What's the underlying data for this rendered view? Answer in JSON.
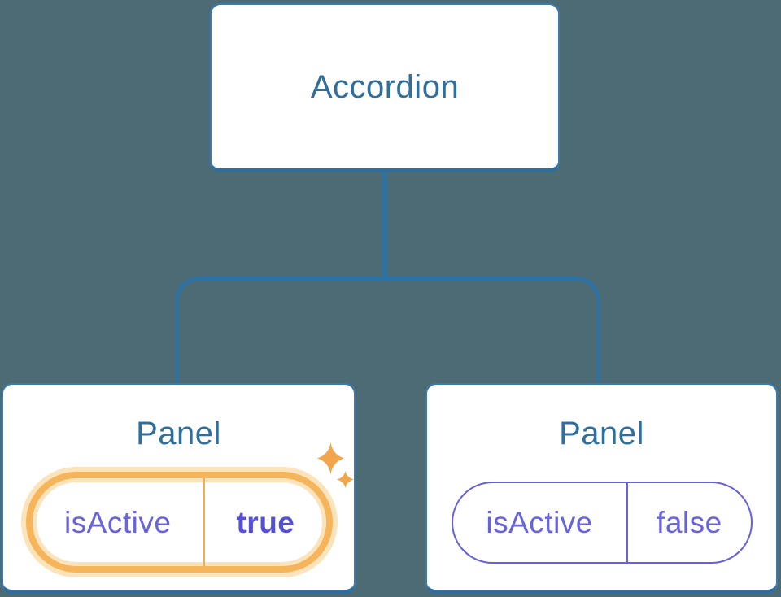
{
  "tree": {
    "root": {
      "label": "Accordion"
    },
    "children": [
      {
        "label": "Panel",
        "state": {
          "key": "isActive",
          "value": "true"
        },
        "highlighted": true
      },
      {
        "label": "Panel",
        "state": {
          "key": "isActive",
          "value": "false"
        },
        "highlighted": false
      }
    ]
  },
  "icons": {
    "sparkle": "✦"
  },
  "colors": {
    "background": "#4C6B75",
    "connector_blue": "#2E72A4",
    "node_fill": "#FFFFFF",
    "node_border": "#3A7BAE",
    "node_border_bottom": "#2E6D9F",
    "title_text": "#2E6F9E",
    "state_text_purple": "#6763DD",
    "state_value_active_purple": "#5650D9",
    "highlight_orange": "#F6B45B",
    "highlight_glow": "#FBE4BC",
    "divider_orange": "#F0AE52",
    "pill_border_purple": "#6561DA",
    "sparkle_orange": "#F2A64C"
  }
}
